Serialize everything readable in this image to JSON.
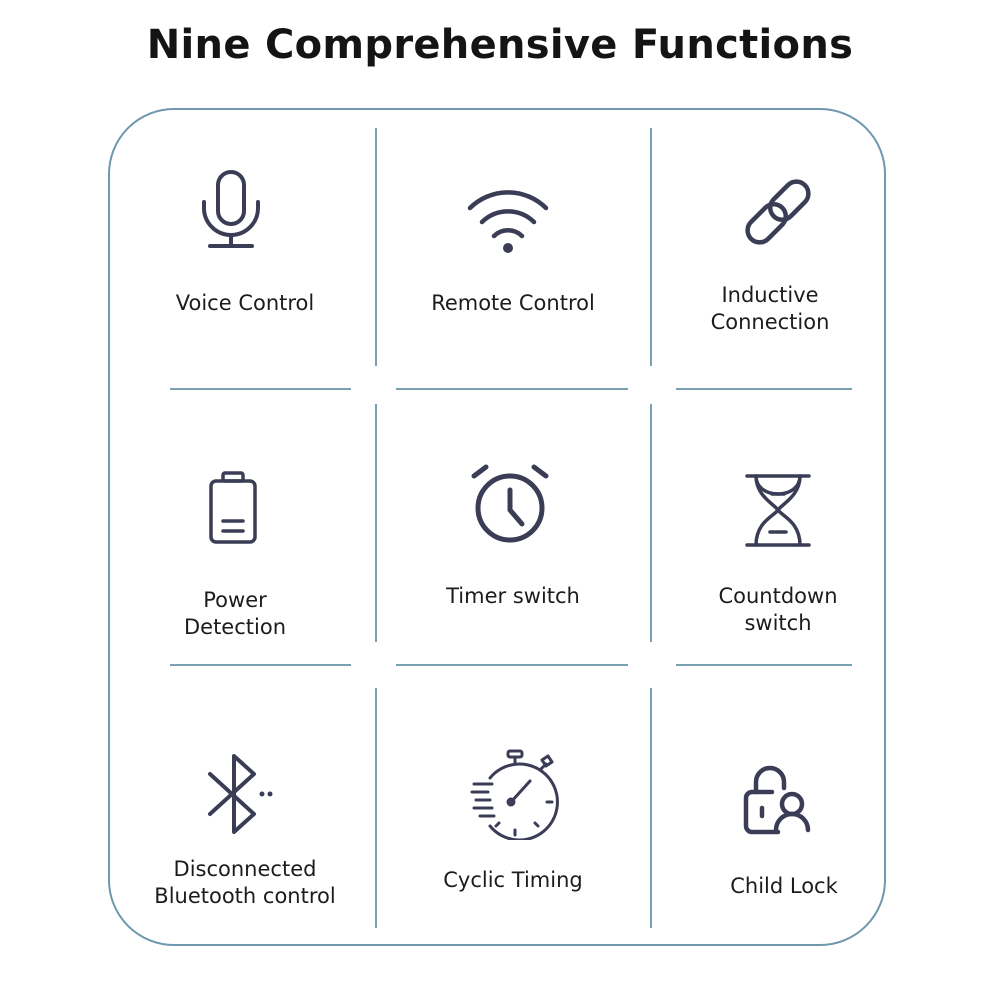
{
  "title": "Nine Comprehensive Functions",
  "colors": {
    "frame": "#6f97ad",
    "divider": "#7aa0b4",
    "icon": "#3a3d55"
  },
  "functions": [
    {
      "label": "Voice Control",
      "icon": "microphone-icon"
    },
    {
      "label": "Remote Control",
      "icon": "wifi-icon"
    },
    {
      "label": "Inductive\nConnection",
      "icon": "link-icon"
    },
    {
      "label": "Power\nDetection",
      "icon": "battery-icon"
    },
    {
      "label": "Timer switch",
      "icon": "alarm-clock-icon"
    },
    {
      "label": "Countdown\nswitch",
      "icon": "hourglass-icon"
    },
    {
      "label": "Disconnected\nBluetooth control",
      "icon": "bluetooth-icon"
    },
    {
      "label": "Cyclic Timing",
      "icon": "stopwatch-icon"
    },
    {
      "label": "Child Lock",
      "icon": "child-lock-icon"
    }
  ]
}
